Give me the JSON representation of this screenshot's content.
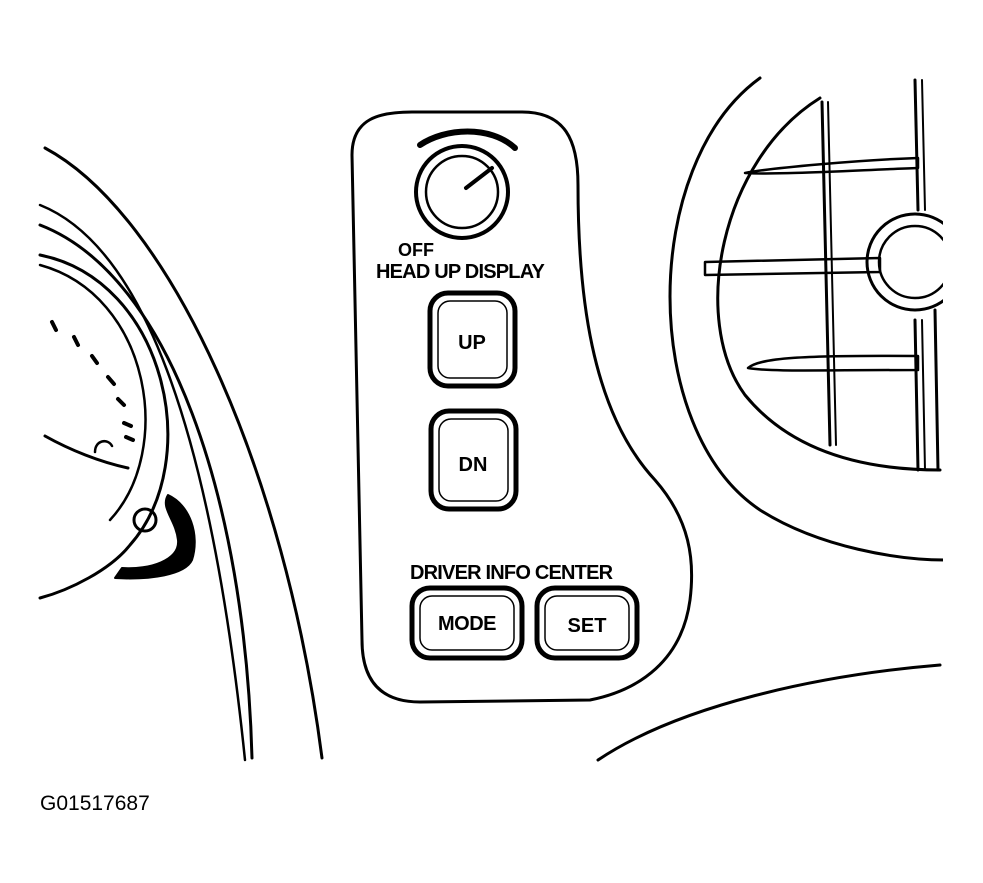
{
  "colors": {
    "ink": "#000000",
    "paper": "#ffffff"
  },
  "controls": {
    "knob_off_label": "OFF",
    "head_up_label": "HEAD UP DISPLAY",
    "up_label": "UP",
    "dn_label": "DN",
    "driver_info_label": "DRIVER INFO CENTER",
    "mode_label": "MODE",
    "set_label": "SET"
  },
  "figure_id": "G01517687",
  "icons": {
    "knob": "rotary-dial-icon",
    "vent": "air-vent-icon",
    "gauge": "gauge-icon"
  }
}
